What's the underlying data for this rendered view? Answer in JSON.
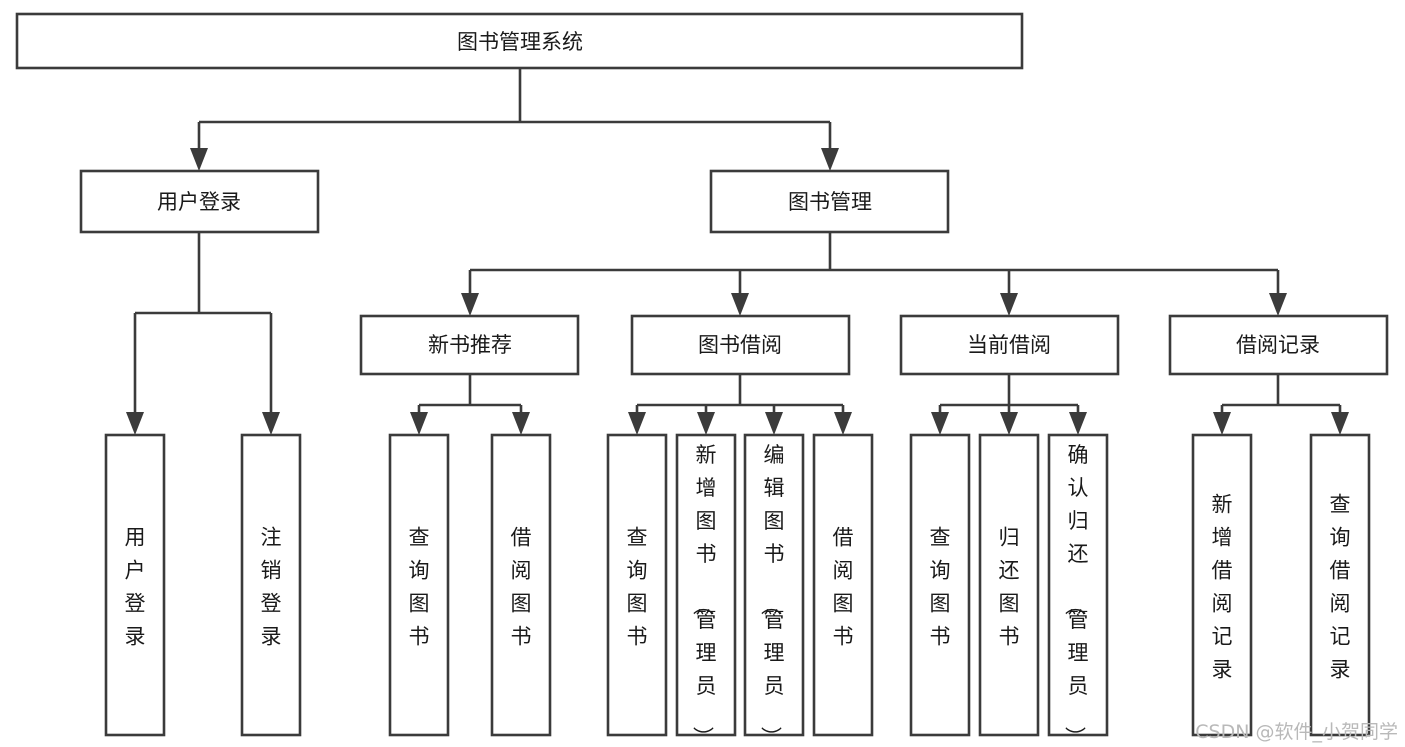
{
  "diagram": {
    "type": "tree",
    "orientation": "top-down",
    "title": "图书管理系统",
    "colors": {
      "box_stroke": "#3b3b3b",
      "box_fill": "#ffffff",
      "connector": "#3b3b3b",
      "text": "#1a1a1a",
      "watermark": "#b9b9b9",
      "background": "#ffffff"
    },
    "root": {
      "label": "图书管理系统"
    },
    "level2": [
      {
        "label": "用户登录"
      },
      {
        "label": "图书管理"
      }
    ],
    "level3": [
      {
        "label": "新书推荐"
      },
      {
        "label": "图书借阅"
      },
      {
        "label": "当前借阅"
      },
      {
        "label": "借阅记录"
      }
    ],
    "leaves": {
      "user_login": [
        {
          "label": "用户登录"
        },
        {
          "label": "注销登录"
        }
      ],
      "new_book_recommend": [
        {
          "label": "查询图书"
        },
        {
          "label": "借阅图书"
        }
      ],
      "book_borrow": [
        {
          "label": "查询图书"
        },
        {
          "label": "新增图书（管理员）"
        },
        {
          "label": "编辑图书（管理员）"
        },
        {
          "label": "借阅图书"
        }
      ],
      "current_borrow": [
        {
          "label": "查询图书"
        },
        {
          "label": "归还图书"
        },
        {
          "label": "确认归还（管理员）"
        }
      ],
      "borrow_records": [
        {
          "label": "新增借阅记录"
        },
        {
          "label": "查询借阅记录"
        }
      ]
    }
  },
  "watermark": {
    "text": "CSDN @软件_小贺同学"
  }
}
